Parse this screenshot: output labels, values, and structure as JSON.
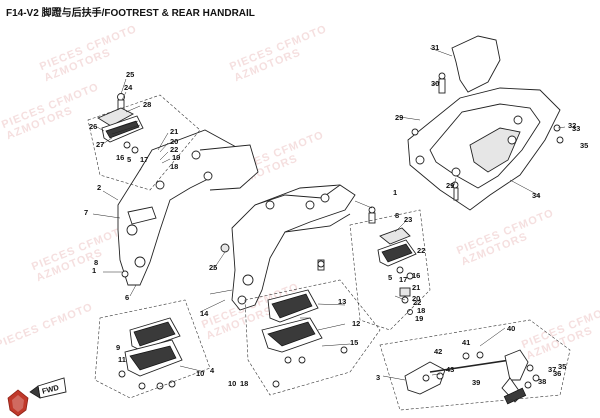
{
  "title": "F14-V2 脚蹬与后扶手/FOOTREST & REAR HANDRAIL",
  "watermark": {
    "line1": "PIECES CFMOTO",
    "line2": "AZMOTORS"
  },
  "direction_label": "FWD",
  "part_numbers": [
    "25",
    "24",
    "28",
    "26",
    "27",
    "16",
    "5",
    "17",
    "21",
    "20",
    "22",
    "19",
    "18",
    "2",
    "7",
    "8",
    "6",
    "1",
    "25",
    "14",
    "18",
    "13",
    "12",
    "9",
    "11",
    "10",
    "10",
    "15",
    "4",
    "31",
    "30",
    "29",
    "33",
    "32",
    "35",
    "29",
    "34",
    "23",
    "22",
    "16",
    "5",
    "17",
    "21",
    "20",
    "22",
    "19",
    "18",
    "8",
    "1",
    "40",
    "41",
    "42",
    "43",
    "3",
    "39",
    "38",
    "37",
    "36",
    "35"
  ],
  "colors": {
    "line": "#222222",
    "watermark": "#c85050",
    "logo": "#c0392b"
  }
}
